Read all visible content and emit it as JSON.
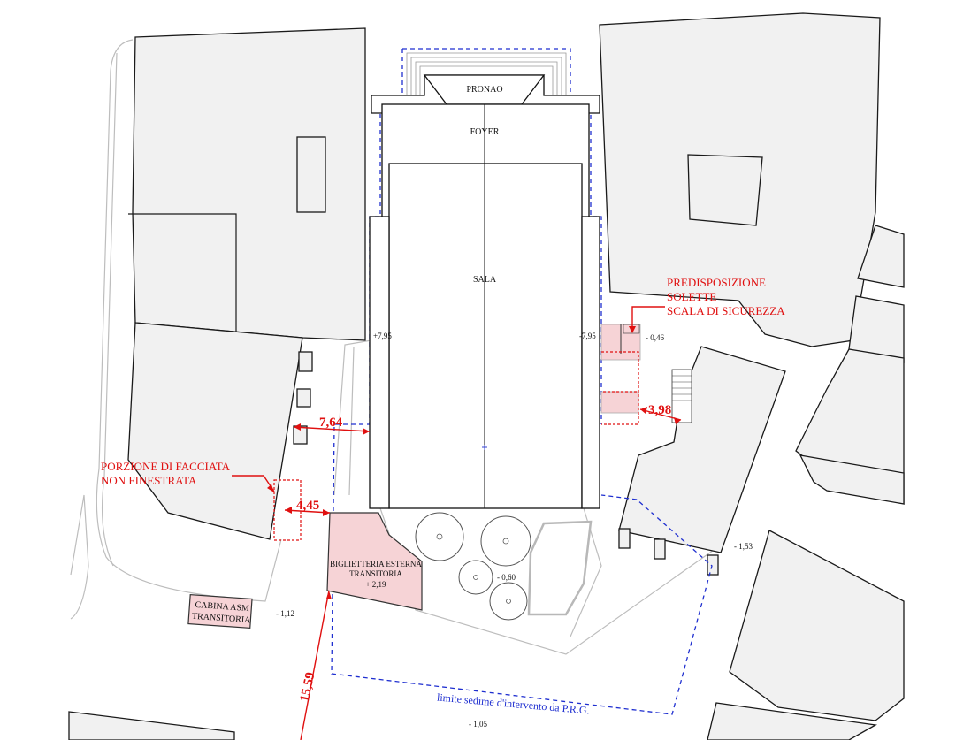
{
  "rooms": {
    "pronao": "PRONAO",
    "foyer": "FOYER",
    "sala": "SALA"
  },
  "annotations": {
    "predisposizione_line1": "PREDISPOSIZIONE",
    "predisposizione_line2": "SOLETTE",
    "predisposizione_line3": "SCALA  DI SICUREZZA",
    "porzione_line1": "PORZIONE DI FACCIATA",
    "porzione_line2": "NON FINESTRATA",
    "biglietteria_line1": "BIGLIETTERIA ESTERNA",
    "biglietteria_line2": "TRANSITORIA",
    "biglietteria_line3": "+ 2,19",
    "cabina_line1": "CABINA ASM",
    "cabina_line2": "TRANSITORIA",
    "limite": "limite sedime d'intervento da P.R.G."
  },
  "dimensions": {
    "d1": "7,64",
    "d2": "3,98",
    "d3": "4,45",
    "d4": "15,59"
  },
  "elevations": {
    "left_wall": "+7,95",
    "right_wall": "-7,95",
    "e1": "- 0,46",
    "e2": "- 1,53",
    "e3": "- 1,12",
    "e4": "- 0,60",
    "e5": "- 1,05"
  },
  "colors": {
    "building_fill": "#f1f1f1",
    "limit_line": "#1f2fd0",
    "annotation_red": "#e01010",
    "highlight_pink": "#f6d3d6"
  }
}
